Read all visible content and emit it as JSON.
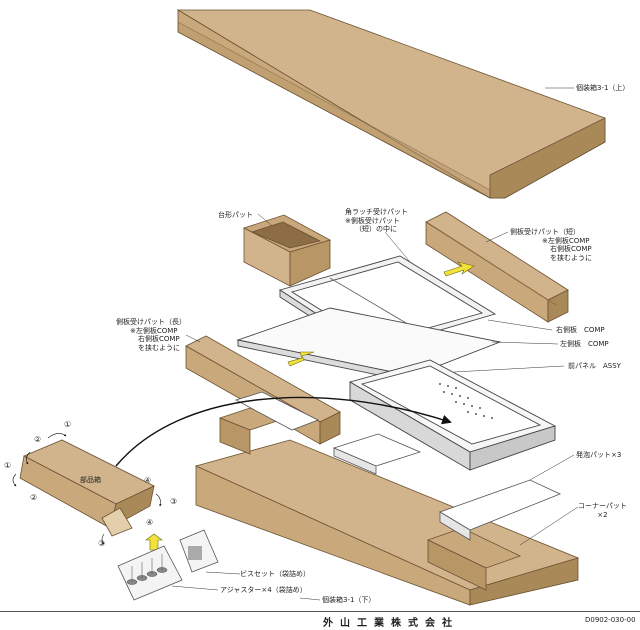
{
  "labels": {
    "upper_box": "個装箱3-1（上）",
    "lower_box": "個装箱3-1（下）",
    "pedestal_pad": "台形パット",
    "corner_latch_pad": [
      "角ラッチ受けパット",
      "※側板受けパット",
      "（短）の中に"
    ],
    "side_pad_short": [
      "側板受けパット（短）",
      "※左側板COMP",
      "右側板COMP",
      "を挟むように"
    ],
    "side_pad_long": [
      "側板受けパット（長）",
      "※左側板COMP",
      "右側板COMP",
      "を挟むように"
    ],
    "right_side_panel": "右側板　COMP",
    "left_side_panel": "左側板　COMP",
    "front_panel": "前パネル　ASSY",
    "foam_pad": "発泡パット×3",
    "corner_pad": [
      "コーナーパット",
      "×2"
    ],
    "parts_box": "部品箱",
    "screw_set": "ビスセット（袋詰め）",
    "adjuster": "アジャスター×4（袋詰め）"
  },
  "fold_steps": [
    "①",
    "②",
    "①",
    "②",
    "③",
    "④",
    "③",
    "④"
  ],
  "footer": {
    "company": "外山工業株式会社",
    "doc_number": "D0902-030-00"
  }
}
